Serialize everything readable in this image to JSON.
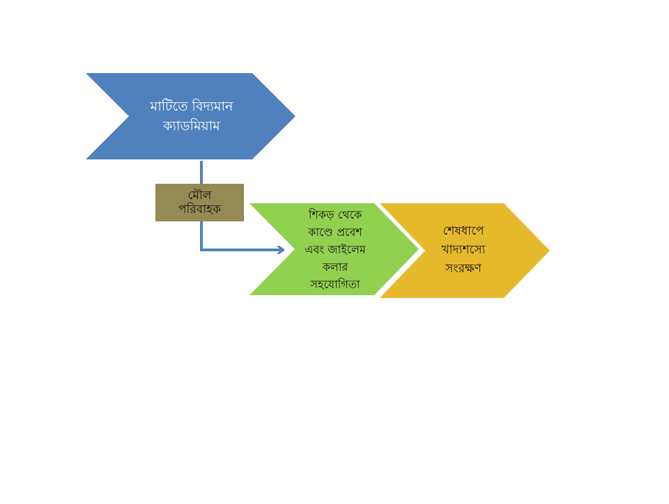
{
  "diagram": {
    "nodes": {
      "soil_cadmium": {
        "label": "মাটিতে বিদ্যমান\nক্যাডমিয়াম",
        "color": "#4f81bd"
      },
      "elemental_carrier": {
        "label": "মৌল\nপরিবাহক",
        "color": "#948a54"
      },
      "root_to_stem": {
        "label": "শিকড় থেকে\nকাণ্ডে প্রবেশ\nএবং জাইলেম\nকলার\nসহযোগিতা",
        "color": "#92d050"
      },
      "grain_storage": {
        "label": "শেষধাপে\nখাদ্যশস্যে\nসংরক্ষণ",
        "color": "#e6b92d"
      }
    },
    "connector_color": "#4f81bd"
  }
}
